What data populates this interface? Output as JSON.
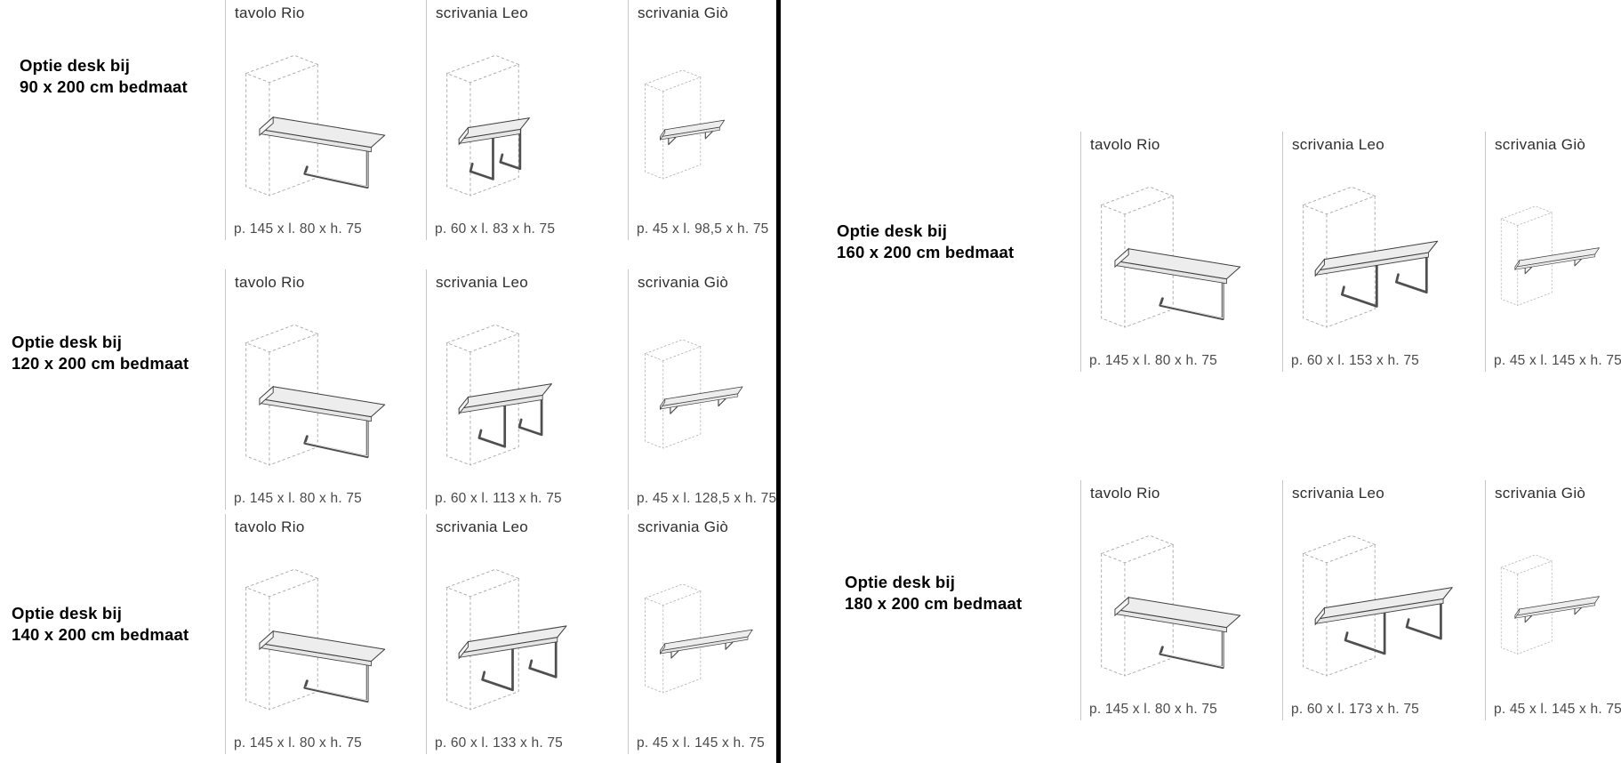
{
  "colors": {
    "divider": "#000000",
    "title_text": "#2e2e2e",
    "dims_text": "#4a4a4a",
    "label_text": "#000000",
    "cell_border": "#c6c6c6",
    "sketch_line": "#3f3f3f",
    "sketch_dash": "#a9a9a9",
    "desk_fill": "#ededed"
  },
  "sections": [
    {
      "name": "left",
      "rows": [
        {
          "label": {
            "line1": "Optie desk bij",
            "line2": "90 x 200 cm bedmaat"
          },
          "cells": [
            {
              "title": "tavolo Rio",
              "drawing": "rio",
              "dims": "p. 145 x l. 80 x h. 75"
            },
            {
              "title": "scrivania Leo",
              "drawing": "leo",
              "dims": "p. 60 x l. 83 x h. 75"
            },
            {
              "title": "scrivania Giò",
              "drawing": "gio",
              "dims": "p. 45 x l. 98,5 x h. 75"
            }
          ]
        },
        {
          "label": {
            "line1": "Optie desk bij",
            "line2": "120 x 200 cm bedmaat"
          },
          "cells": [
            {
              "title": "tavolo Rio",
              "drawing": "rio",
              "dims": "p. 145 x l. 80 x h. 75"
            },
            {
              "title": "scrivania Leo",
              "drawing": "leo",
              "dims": "p. 60 x l. 113 x h. 75"
            },
            {
              "title": "scrivania Giò",
              "drawing": "gio",
              "dims": "p. 45 x l. 128,5 x h. 75"
            }
          ]
        },
        {
          "label": {
            "line1": "Optie desk bij",
            "line2": "140 x 200 cm bedmaat"
          },
          "cells": [
            {
              "title": "tavolo Rio",
              "drawing": "rio",
              "dims": "p. 145 x l. 80 x h. 75"
            },
            {
              "title": "scrivania Leo",
              "drawing": "leo",
              "dims": "p. 60 x l. 133 x h. 75"
            },
            {
              "title": "scrivania Giò",
              "drawing": "gio",
              "dims": "p. 45 x l. 145 x h. 75"
            }
          ]
        }
      ]
    },
    {
      "name": "right",
      "rows": [
        {
          "label": {
            "line1": "Optie desk bij",
            "line2": "160 x 200 cm bedmaat"
          },
          "cells": [
            {
              "title": "tavolo Rio",
              "drawing": "rio",
              "dims": "p. 145 x l. 80 x h. 75"
            },
            {
              "title": "scrivania Leo",
              "drawing": "leo",
              "dims": "p. 60 x l. 153 x h. 75"
            },
            {
              "title": "scrivania Giò",
              "drawing": "gio",
              "dims": "p. 45 x l. 145 x h. 75"
            }
          ]
        },
        {
          "label": {
            "line1": "Optie desk bij",
            "line2": "180 x 200 cm bedmaat"
          },
          "cells": [
            {
              "title": "tavolo Rio",
              "drawing": "rio",
              "dims": "p. 145 x l. 80 x h. 75"
            },
            {
              "title": "scrivania Leo",
              "drawing": "leo",
              "dims": "p. 60 x l. 173 x h. 75"
            },
            {
              "title": "scrivania Giò",
              "drawing": "gio",
              "dims": "p. 45 x l. 145 x h. 75"
            }
          ]
        }
      ]
    }
  ]
}
